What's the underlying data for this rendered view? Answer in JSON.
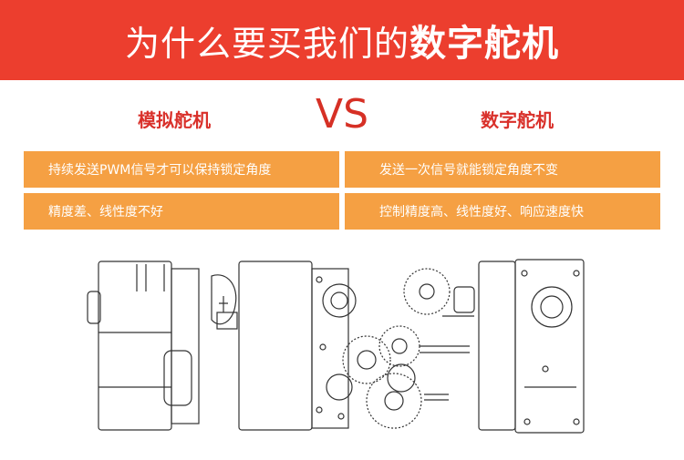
{
  "banner": {
    "title_normal": "为什么要买我们的",
    "title_bold": "数字舵机"
  },
  "compare": {
    "left_title": "模拟舵机",
    "vs": "VS",
    "right_title": "数字舵机",
    "left_rows": [
      "持续发送PWM信号才可以保持锁定角度",
      "精度差、线性度不好"
    ],
    "right_rows": [
      "发送一次信号就能锁定角度不变",
      "控制精度高、线性度好、响应速度快"
    ]
  },
  "colors": {
    "banner": "#ec3e2e",
    "title_red": "#d9302a",
    "row_orange": "#f5a043"
  }
}
